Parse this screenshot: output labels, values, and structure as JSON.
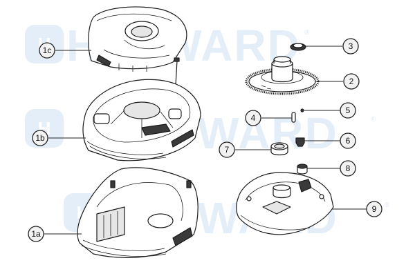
{
  "watermark": {
    "text": "HAYWARD",
    "mark": "H",
    "registered": "®",
    "color": "#e4eef8"
  },
  "callouts": [
    {
      "id": "1c",
      "label": "1c"
    },
    {
      "id": "1b",
      "label": "1b"
    },
    {
      "id": "1a",
      "label": "1a"
    },
    {
      "id": "2",
      "label": "2"
    },
    {
      "id": "3",
      "label": "3"
    },
    {
      "id": "4",
      "label": "4"
    },
    {
      "id": "5",
      "label": "5"
    },
    {
      "id": "6",
      "label": "6"
    },
    {
      "id": "7",
      "label": "7"
    },
    {
      "id": "8",
      "label": "8"
    },
    {
      "id": "9",
      "label": "9"
    }
  ]
}
